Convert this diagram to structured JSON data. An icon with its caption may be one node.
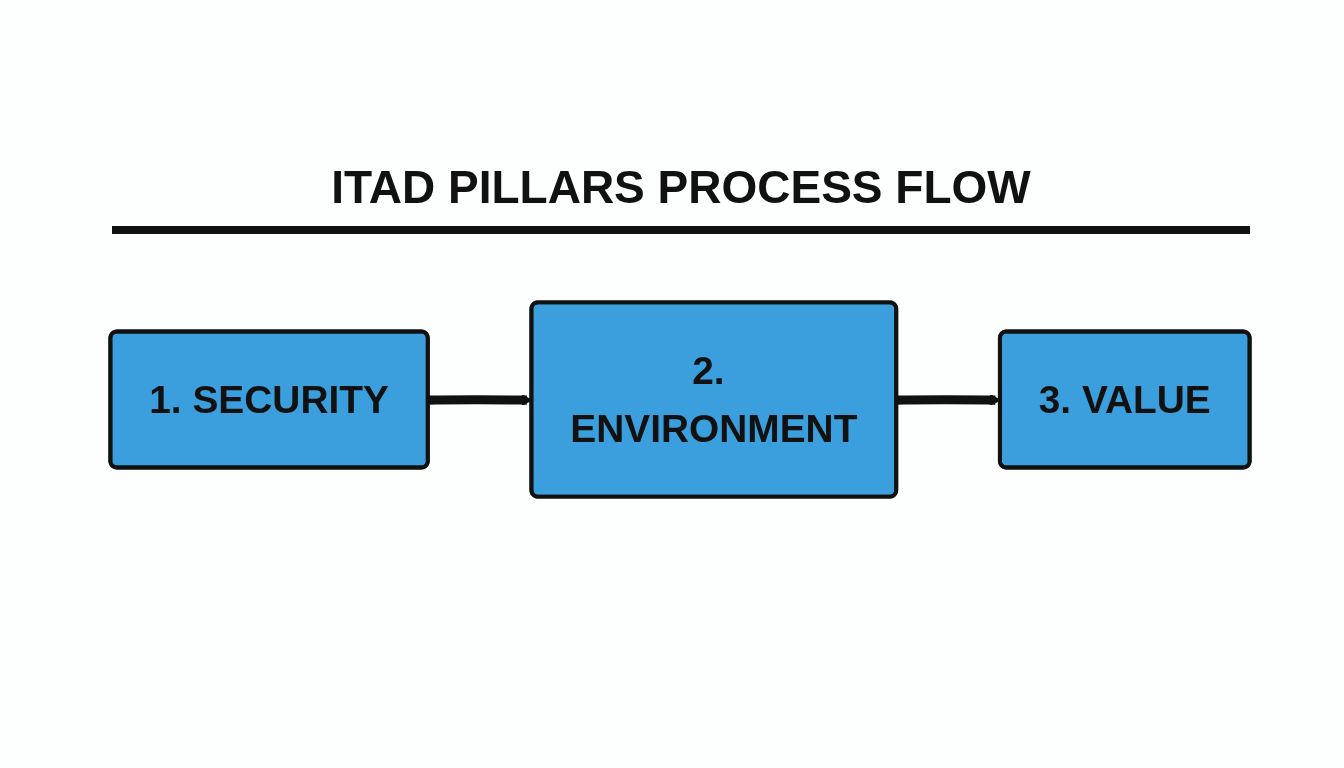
{
  "diagram": {
    "title": "ITAD PILLARS PROCESS FLOW",
    "nodes": [
      {
        "text": [
          "1. SECURITY"
        ]
      },
      {
        "text": [
          "2. ENVIRONMENT"
        ]
      },
      {
        "text": [
          "3. VALUE"
        ]
      }
    ],
    "edges": [
      {
        "from": 0,
        "to": 1,
        "arrow": "to"
      },
      {
        "from": 1,
        "to": 2,
        "arrow": "to"
      }
    ]
  }
}
